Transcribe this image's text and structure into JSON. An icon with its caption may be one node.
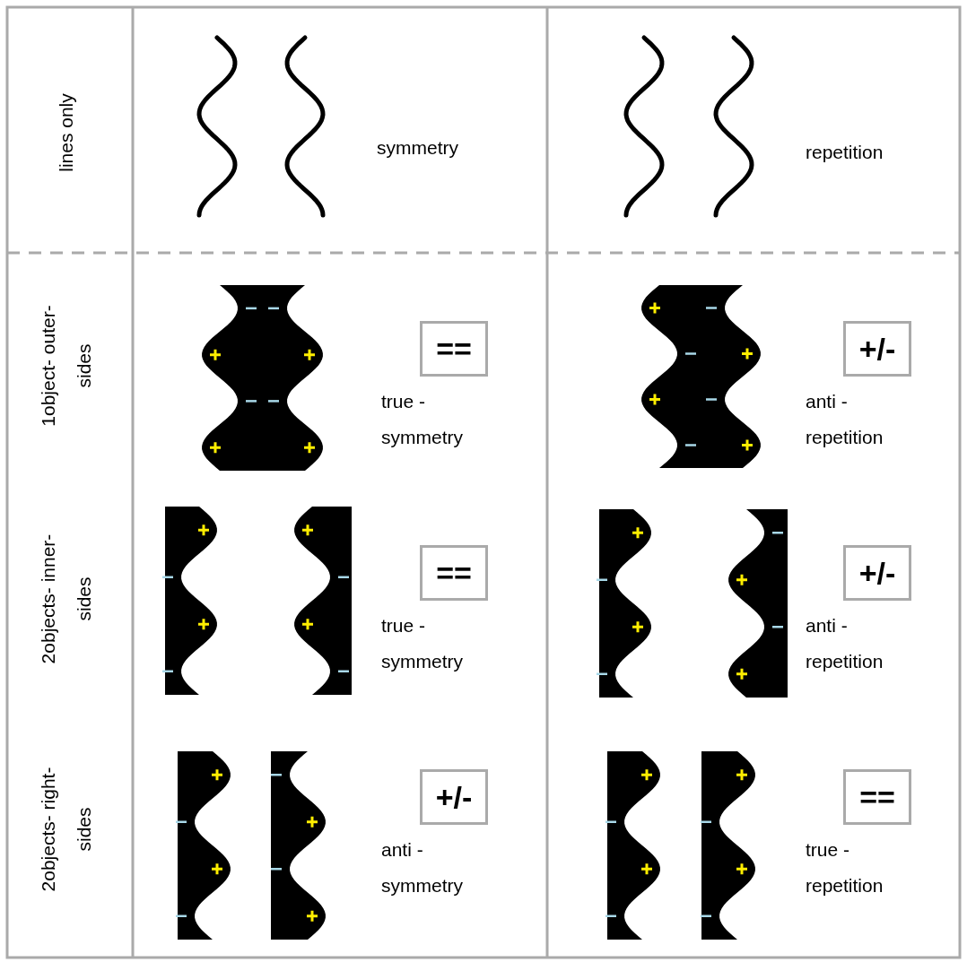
{
  "diagram": {
    "nodes": [
      {
        "text": [
          "=="
        ],
        "beside": [
          "true - symmetry"
        ]
      },
      {
        "text": [
          "+/-"
        ],
        "beside": [
          "anti - repetition"
        ]
      },
      {
        "text": [
          "=="
        ],
        "beside": [
          "true - symmetry"
        ]
      },
      {
        "text": [
          "+/-"
        ],
        "beside": [
          "anti - repetition"
        ]
      },
      {
        "text": [
          "+/-"
        ],
        "beside": [
          "anti - symmetry"
        ]
      },
      {
        "text": [
          "=="
        ],
        "beside": [
          "true - repetition"
        ]
      }
    ],
    "edges": [],
    "labels": [
      "lines only",
      "symmetry",
      "repetition",
      "1object- outer-sides",
      "2objects- inner-sides",
      "2objects- right-sides"
    ]
  }
}
